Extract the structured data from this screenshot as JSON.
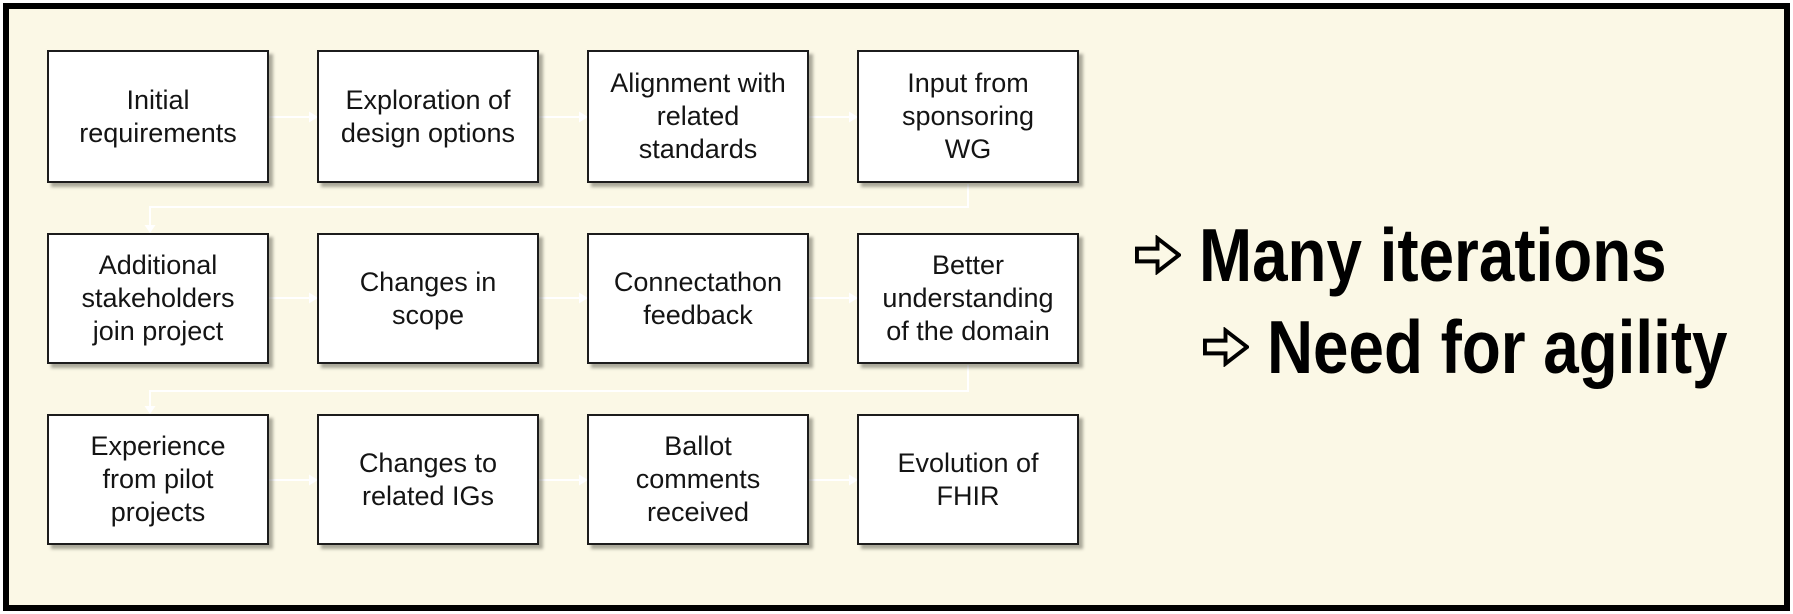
{
  "slide": {
    "background_color": "#FBF8E6",
    "frame_border_color": "#000000",
    "box_fill_color": "#FFFFFF",
    "box_border_color": "#1C1C1C",
    "box_text_color": "#141414",
    "connector_color": "#FFFFFF",
    "bullet_text_color": "#000000"
  },
  "grid": {
    "boxes": [
      {
        "label": "Initial\nrequirements"
      },
      {
        "label": "Exploration of\ndesign options"
      },
      {
        "label": "Alignment with\nrelated\nstandards"
      },
      {
        "label": "Input from\nsponsoring\nWG"
      },
      {
        "label": "Additional\nstakeholders\njoin project"
      },
      {
        "label": "Changes in\nscope"
      },
      {
        "label": "Connectathon\nfeedback"
      },
      {
        "label": "Better\nunderstanding\nof the domain"
      },
      {
        "label": "Experience\nfrom pilot\nprojects"
      },
      {
        "label": "Changes to\nrelated IGs"
      },
      {
        "label": "Ballot\ncomments\nreceived"
      },
      {
        "label": "Evolution of\nFHIR"
      }
    ]
  },
  "conclusions": {
    "bullet_icon": "⇨",
    "items": [
      {
        "text": "Many iterations"
      },
      {
        "text": "Need for agility"
      }
    ]
  }
}
